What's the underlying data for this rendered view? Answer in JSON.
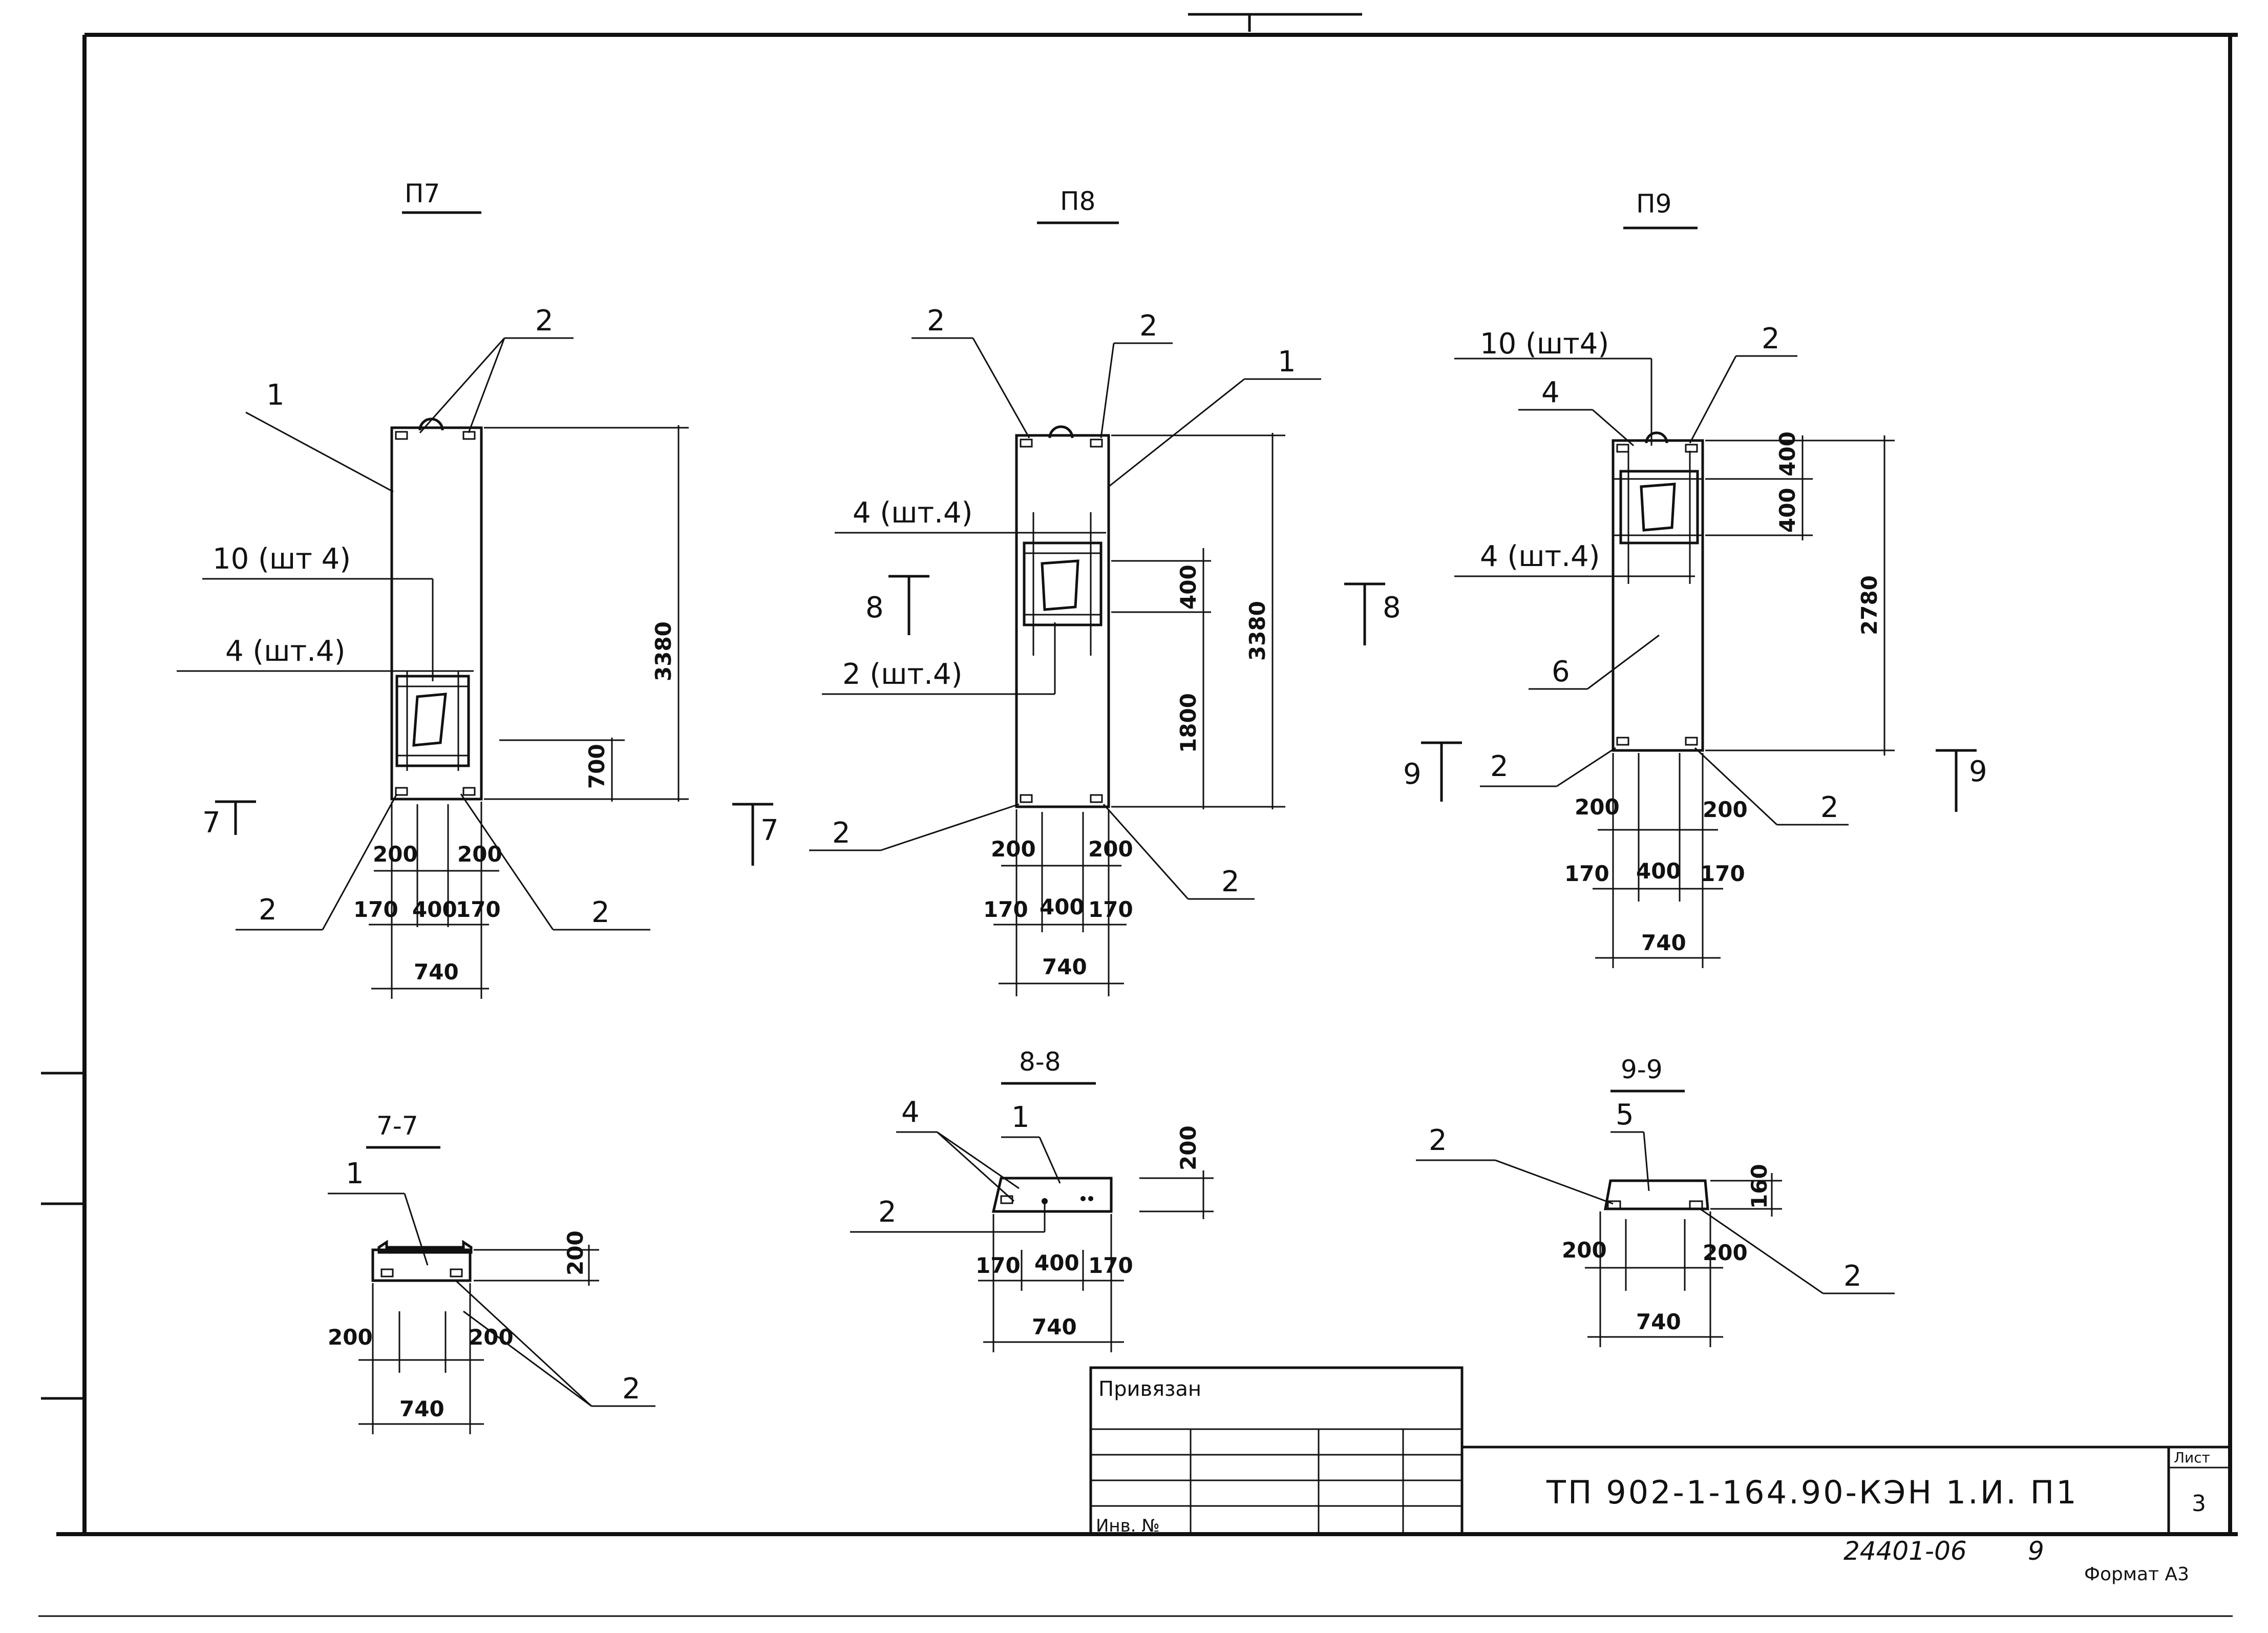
{
  "views": {
    "p7": {
      "title": "П7",
      "labels": {
        "l1": "1",
        "l2": "2",
        "l10": "10 (шт 4)",
        "l4": "4 (шт.4)",
        "l2a": "2",
        "l2b": "2"
      },
      "dims": {
        "height": "3380",
        "opening": "700",
        "d200a": "200",
        "d200b": "200",
        "d170a": "170",
        "d400": "400",
        "d170b": "170",
        "d740": "740"
      },
      "cut": "7"
    },
    "p8": {
      "title": "П8",
      "labels": {
        "l2a": "2",
        "l2b": "2",
        "l1": "1",
        "l4": "4 (шт.4)",
        "l2s": "2 (шт.4)",
        "l2c": "2",
        "l2d": "2"
      },
      "dims": {
        "height": "3380",
        "d400": "400",
        "d1800": "1800",
        "d200a": "200",
        "d200b": "200",
        "d170a": "170",
        "d400b": "400",
        "d170b": "170",
        "d740": "740"
      },
      "cut": "8"
    },
    "p9": {
      "title": "П9",
      "labels": {
        "l10": "10 (шт4)",
        "l2a": "2",
        "l4a": "4",
        "l4": "4 (шт.4)",
        "l6": "6",
        "l2b": "2",
        "l2c": "2"
      },
      "dims": {
        "d400a": "400",
        "d400b": "400",
        "height": "2780",
        "d200a": "200",
        "d200b": "200",
        "d170a": "170",
        "d400c": "400",
        "d170b": "170",
        "d740": "740"
      },
      "cut": "9"
    }
  },
  "sections": {
    "s77": {
      "title": "7-7",
      "l1": "1",
      "l2": "2",
      "d200h": "200",
      "d200a": "200",
      "d200b": "200",
      "d740": "740"
    },
    "s88": {
      "title": "8-8",
      "l4": "4",
      "l1": "1",
      "l2": "2",
      "d200h": "200",
      "d170a": "170",
      "d400": "400",
      "d170b": "170",
      "d740": "740"
    },
    "s99": {
      "title": "9-9",
      "l5": "5",
      "l2a": "2",
      "l2b": "2",
      "d160": "160",
      "d200a": "200",
      "d200b": "200",
      "d740": "740"
    }
  },
  "title_block": {
    "privyazan": "Привязан",
    "inv": "Инв. №",
    "doc_code": "ТП 902-1-164.90-КЭН 1.И. П1",
    "sheet_label": "Лист",
    "sheet_no": "3"
  },
  "footer": {
    "archive_no": "24401-06",
    "archive_page": "9",
    "format": "Формат А3"
  }
}
